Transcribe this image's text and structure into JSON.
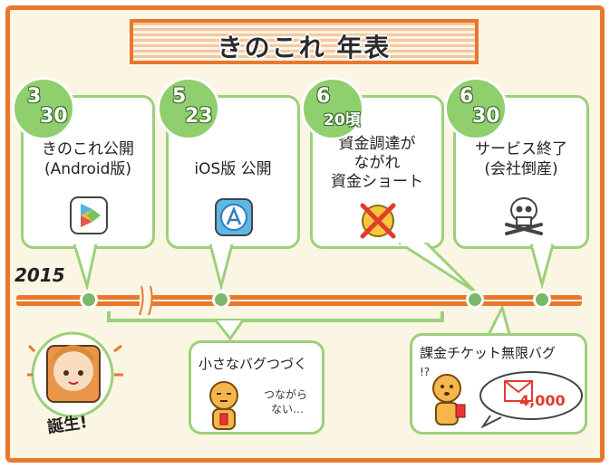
{
  "title": "きのこれ 年表",
  "year": "2015",
  "events": [
    {
      "date_num": "3",
      "date_den": "30",
      "lines": [
        "きのこれ公開",
        "(Android版)"
      ],
      "icon": "google-play-icon"
    },
    {
      "date_num": "5",
      "date_den": "23",
      "lines": [
        "iOS版 公開"
      ],
      "icon": "app-store-icon"
    },
    {
      "date_num": "6",
      "date_den": "20頃",
      "lines": [
        "資金調達が",
        "ながれ",
        "資金ショート"
      ],
      "icon": "crossed-coin-icon"
    },
    {
      "date_num": "6",
      "date_den": "30",
      "lines": [
        "サービス終了",
        "(会社倒産)"
      ],
      "icon": "skull-crossbones-icon"
    }
  ],
  "birth_label": "誕生!",
  "bug_bubble": {
    "label": "小さなバグつづく",
    "murmur": [
      "つながら",
      "ない…"
    ]
  },
  "billing_bubble": {
    "label": "課金チケット無限バグ",
    "amount": "4,000"
  },
  "colors": {
    "accent": "#e9772e",
    "green": "#8fcf6d",
    "paper": "#fbf5e3"
  }
}
